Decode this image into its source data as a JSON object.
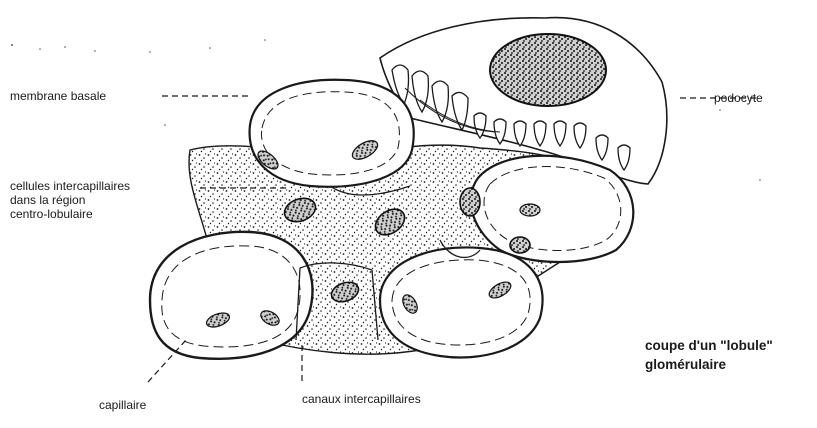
{
  "labels": {
    "membrane_basale": "membrane basale",
    "podocyte": "podocyte",
    "cellules_intercapillaires": [
      "cellules intercapillaires",
      "dans la région",
      "centro-lobulaire"
    ],
    "capillaire": "capillaire",
    "canaux_intercapillaires": "canaux intercapillaires"
  },
  "caption": {
    "line1": "coupe d'un \"lobule\"",
    "line2": "glomérulaire"
  },
  "colors": {
    "ink": "#1a1a1a",
    "paper": "#ffffff"
  }
}
